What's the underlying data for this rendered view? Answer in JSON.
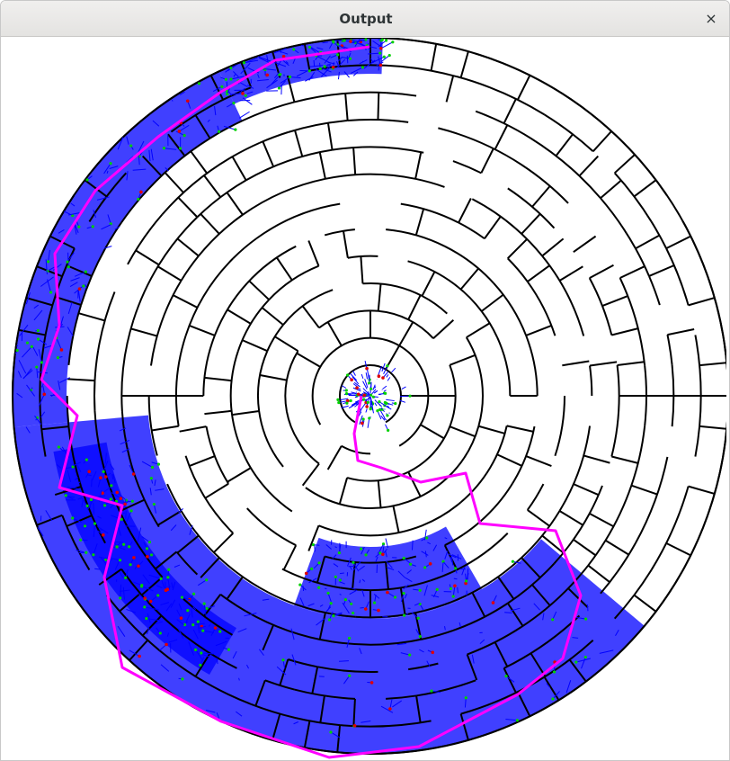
{
  "window": {
    "title": "Output",
    "close_glyph": "×",
    "close_icon": "close-icon"
  },
  "maze": {
    "wall_color": "#000000",
    "background_color": "#ffffff",
    "tree_edge_color": "#0000ff",
    "tree_node_color": "#00d000",
    "sample_color": "#e00000",
    "path_color": "#ff00ff",
    "rings": 12,
    "description_icon": "circular-maze"
  }
}
